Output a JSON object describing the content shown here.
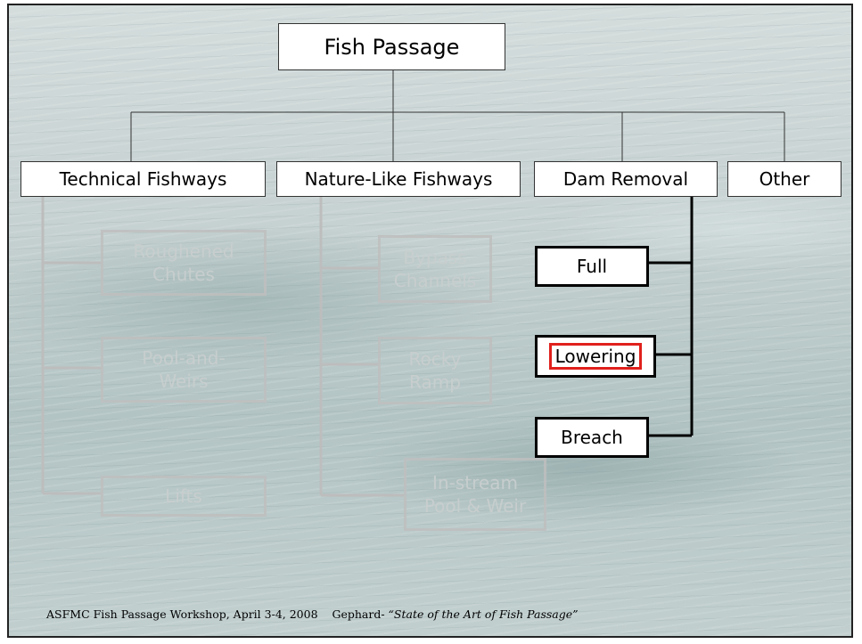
{
  "root": {
    "label": "Fish Passage"
  },
  "categories": [
    {
      "label": "Technical Fishways"
    },
    {
      "label": "Nature-Like Fishways"
    },
    {
      "label": "Dam Removal"
    },
    {
      "label": "Other"
    }
  ],
  "technical_items": [
    {
      "label": "Roughened\nChutes"
    },
    {
      "label": "Pool-and-\nWeirs"
    },
    {
      "label": "Lifts"
    }
  ],
  "nature_items": [
    {
      "label": "Bypass\nChannels"
    },
    {
      "label": "Rocky\nRamp"
    },
    {
      "label": "In-stream\nPool & Weir"
    }
  ],
  "dam_items": [
    {
      "label": "Full"
    },
    {
      "label": "Lowering",
      "highlighted": true
    },
    {
      "label": "Breach"
    }
  ],
  "colors": {
    "highlight": "#e0201c",
    "connector": "#333333",
    "ghost": "#bdbdbd"
  },
  "footer": {
    "event": "ASFMC Fish Passage Workshop, April 3-4, 2008",
    "author": "Gephard-",
    "title": "“State of the Art of Fish Passage”"
  }
}
